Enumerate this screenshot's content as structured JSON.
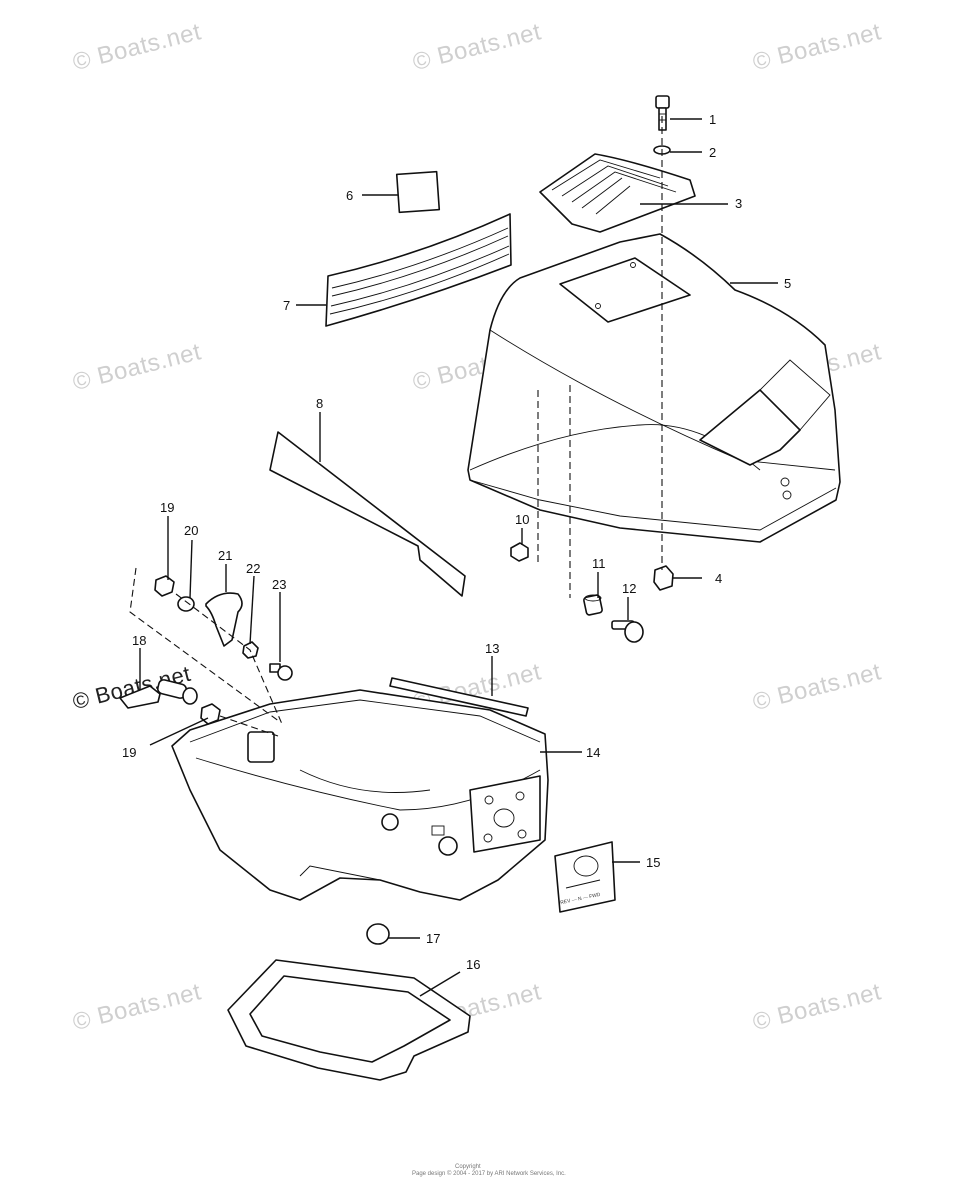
{
  "watermark": "© Boats.net",
  "callouts": [
    "1",
    "2",
    "3",
    "4",
    "5",
    "6",
    "7",
    "8",
    "10",
    "11",
    "12",
    "13",
    "14",
    "15",
    "16",
    "17",
    "18",
    "19",
    "19",
    "20",
    "21",
    "22",
    "23"
  ],
  "decal_15": {
    "line1": "REV — N — FWD"
  },
  "footer": {
    "line1": "Copyright",
    "line2": "Page design © 2004 - 2017 by ARI Network Services, Inc."
  }
}
